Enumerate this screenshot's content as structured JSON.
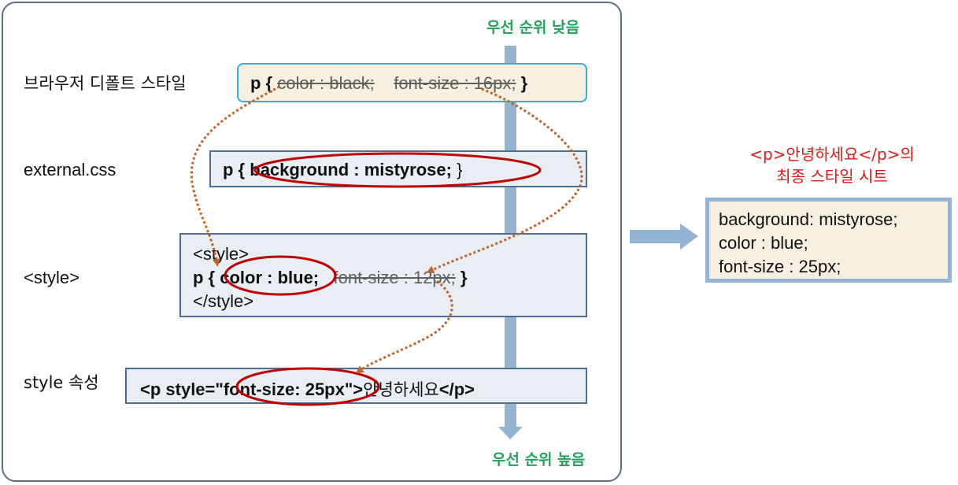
{
  "priority": {
    "low_label": "우선 순위 낮음",
    "high_label": "우선 순위 높음"
  },
  "levels": [
    {
      "label": "브라우저 디폴트 스타일",
      "rule": {
        "selector": "p {",
        "prop1": "color : black;",
        "prop2": "font-size : 16px;",
        "close": "}"
      }
    },
    {
      "label": "external.css",
      "rule": {
        "selector": "p {",
        "prop1": "background : mistyrose;",
        "close": "}"
      }
    },
    {
      "label": "<style>",
      "rule": {
        "open_tag": "<style>",
        "selector": "p {",
        "prop1": "color : blue;",
        "prop2": "font-size : 12px;",
        "close": "}",
        "close_tag": "</style>"
      }
    },
    {
      "label": "style 속성",
      "rule": {
        "prefix": "<p style=\"",
        "prop1": "font-size: 25px",
        "suffix": "\">",
        "content": "안녕하세요",
        "end_tag": "</p>"
      }
    }
  ],
  "final": {
    "title_line1": "<p>안녕하세요</p>의",
    "title_line2": "최종 스타일 시트",
    "lines": [
      "background: mistyrose;",
      "color : blue;",
      "font-size : 25px;"
    ]
  },
  "colors": {
    "priority_text": "#22a05c",
    "final_title": "#e01818",
    "priority_arrow": "#95b4d3",
    "highlight_ellipse": "#c00000",
    "dotted_arrow": "#c0622a",
    "default_box_border": "#33aee0",
    "box_fill": "#e9eef5",
    "default_fill": "#f7efdf"
  }
}
